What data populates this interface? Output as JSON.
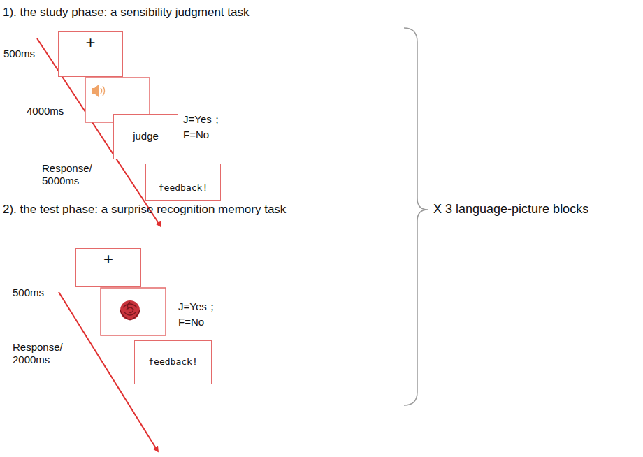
{
  "diagram": {
    "nodes": [
      {
        "text": [
          "+"
        ]
      },
      {
        "text": [
          "judge"
        ]
      },
      {
        "text": [
          "feedback!"
        ]
      },
      {
        "text": [
          "+"
        ]
      },
      {
        "text": [
          "feedback!"
        ]
      }
    ],
    "labels": [
      "1). the study phase: a sensibility judgment task",
      "500ms",
      "4000ms",
      "Response/ 5000ms",
      "J=Yes；",
      "F=No",
      "X 3 language-picture blocks",
      "2). the test phase: a surprise recognition memory task",
      "500ms",
      "Response/ 2000ms",
      "J=Yes；",
      "F=No"
    ]
  }
}
